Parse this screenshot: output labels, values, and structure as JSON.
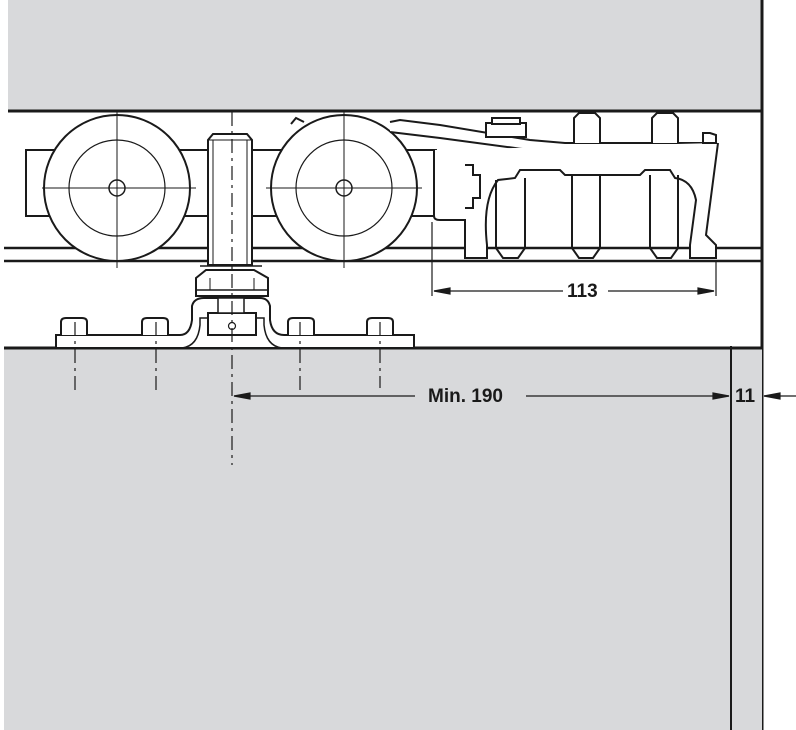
{
  "drawing": {
    "subject": "Sliding door top running gear with top fixing plate in track",
    "colors": {
      "panel_gray": "#d8d9db",
      "line": "#1a1a1a",
      "background": "#ffffff"
    }
  },
  "dimensions": {
    "d113": {
      "label": "113"
    },
    "min190": {
      "label": "Min. 190"
    },
    "d11": {
      "label": "11"
    }
  }
}
